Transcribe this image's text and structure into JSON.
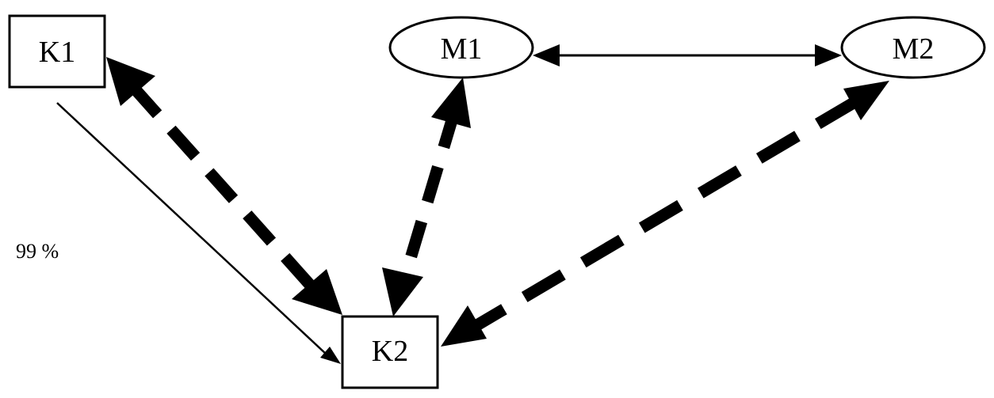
{
  "diagram": {
    "nodes": {
      "k1": {
        "label": "K1",
        "shape": "rectangle"
      },
      "k2": {
        "label": "K2",
        "shape": "rectangle"
      },
      "m1": {
        "label": "M1",
        "shape": "ellipse"
      },
      "m2": {
        "label": "M2",
        "shape": "ellipse"
      }
    },
    "edges": [
      {
        "from": "K1",
        "to": "K2",
        "style": "solid-thin",
        "direction": "forward"
      },
      {
        "from": "K1",
        "to": "K2",
        "style": "dashed-thick",
        "direction": "both"
      },
      {
        "from": "M1",
        "to": "K2",
        "style": "dashed-thick",
        "direction": "both"
      },
      {
        "from": "M2",
        "to": "K2",
        "style": "dashed-thick",
        "direction": "both"
      },
      {
        "from": "M1",
        "to": "M2",
        "style": "solid-thin",
        "direction": "both"
      }
    ],
    "annotation": "99 %",
    "colors": {
      "stroke": "#000000",
      "fill": "#ffffff"
    }
  }
}
